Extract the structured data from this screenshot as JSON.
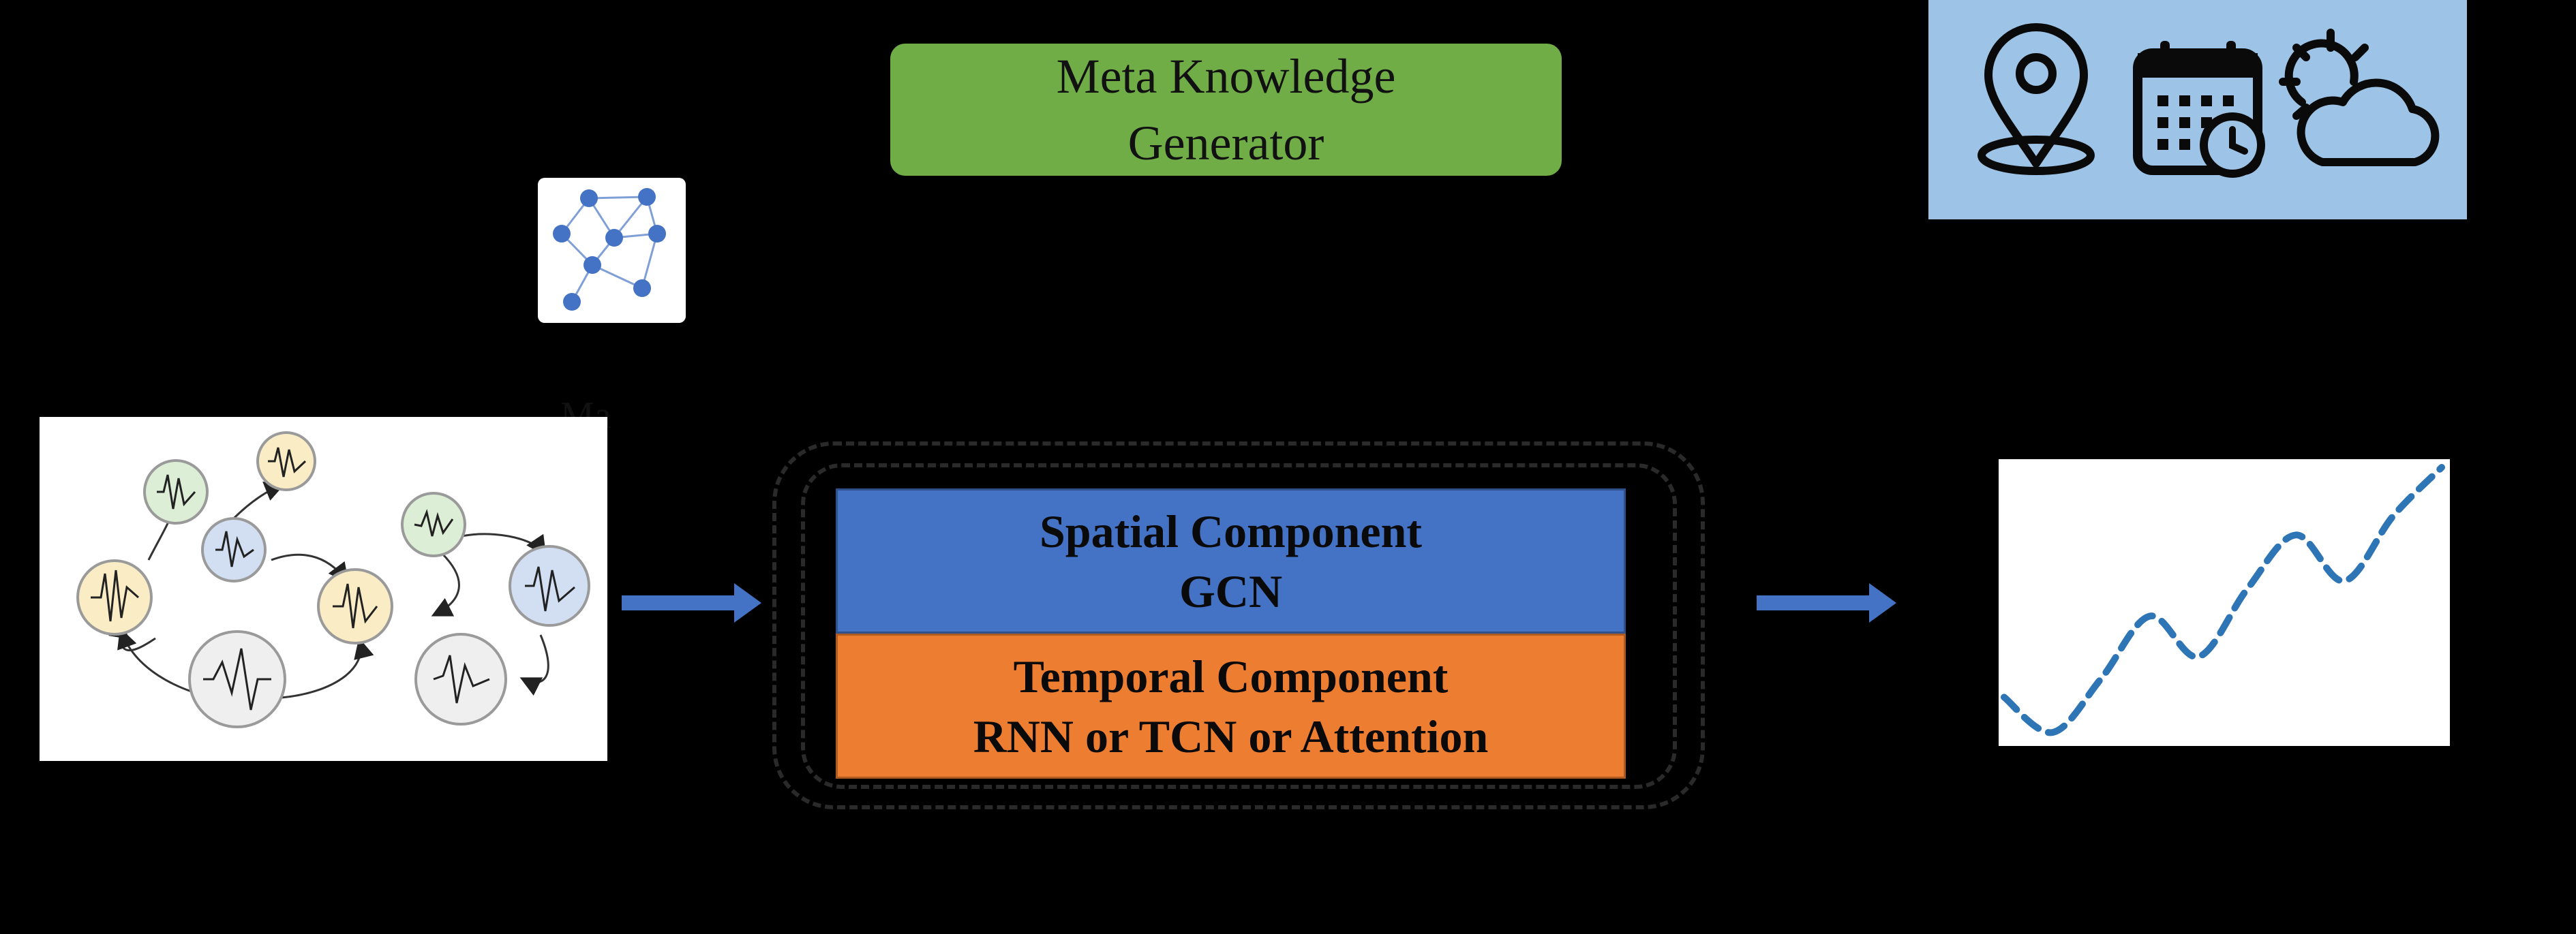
{
  "meta_generator": {
    "line1": "Meta Knowledge",
    "line2": "Generator"
  },
  "meta_icons": [
    "location-pin-icon",
    "calendar-clock-icon",
    "sun-cloud-icon"
  ],
  "clipped_label": "Ma",
  "spatial_component": {
    "line1": "Spatial Component",
    "line2": "GCN"
  },
  "temporal_component": {
    "line1": "Temporal Component",
    "line2": "RNN or TCN or Attention"
  },
  "colors": {
    "background": "#000000",
    "meta_generator": "#70ad47",
    "meta_panel": "#9dc3e6",
    "spatial": "#4472c4",
    "temporal": "#ed7d31",
    "arrow": "#4472c4",
    "prediction_line": "#2e75b6"
  },
  "chart_data": {
    "type": "line",
    "title": "",
    "xlabel": "",
    "ylabel": "",
    "series": [
      {
        "style": "dashed",
        "values": [
          0.15,
          0.02,
          0.22,
          0.45,
          0.3,
          0.55,
          0.75,
          0.58,
          0.82,
          1.0
        ]
      }
    ]
  }
}
